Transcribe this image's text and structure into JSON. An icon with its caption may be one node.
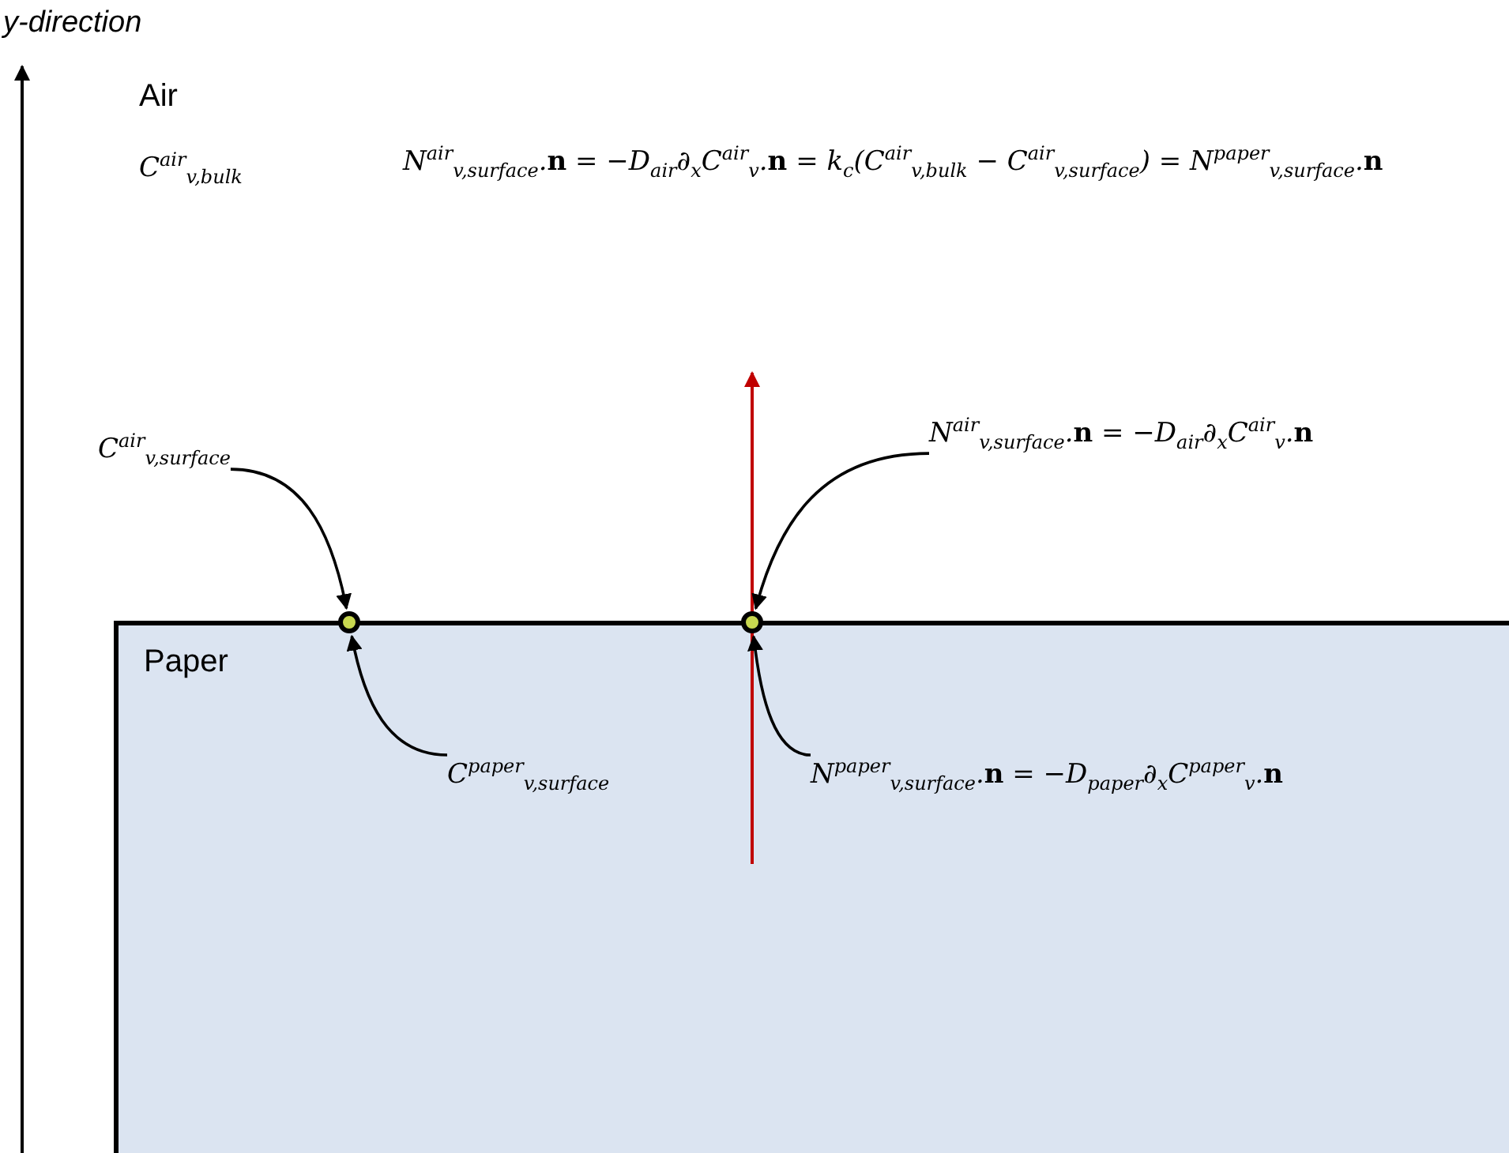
{
  "diagram": {
    "nodes": [
      {
        "text": [
          "Paper"
        ]
      },
      {
        "text": [],
        "shape": "circle"
      },
      {
        "text": [],
        "shape": "circle"
      },
      {
        "text": [
          "C$^{air}$$_{v,surface}$"
        ]
      },
      {
        "text": [
          "C$^{paper}$$_{v,surface}$"
        ],
        "in": 0
      },
      {
        "text": [
          "N$^{air}$$_{v,surface}$.**n** = −D$_{air}$∂$_{x}$C$^{air}$$_{v}$.**n**"
        ]
      },
      {
        "text": [
          "N$^{paper}$$_{v,surface}$.**n** = −D$_{paper}$∂$_{x}$C$^{paper}$$_{v}$.**n**"
        ],
        "in": 0
      }
    ],
    "edges": [
      {
        "from": 3,
        "to": 1,
        "arrow": "to"
      },
      {
        "from": 4,
        "to": 1,
        "arrow": "to"
      },
      {
        "from": 5,
        "to": 2,
        "arrow": "to"
      },
      {
        "from": 6,
        "to": 2,
        "arrow": "to"
      }
    ],
    "labels": [
      "y-direction",
      "Air",
      "C$^{air}$$_{v,bulk}$",
      "N$^{air}$$_{v,surface}$.**n** = −D$_{air}$∂$_{x}$C$^{air}$$_{v}$.**n** = k$_{c}$(C$^{air}$$_{v,bulk}$ − C$^{air}$$_{v,surface}$) = N$^{paper}$$_{v,surface}$.**n**"
    ]
  }
}
